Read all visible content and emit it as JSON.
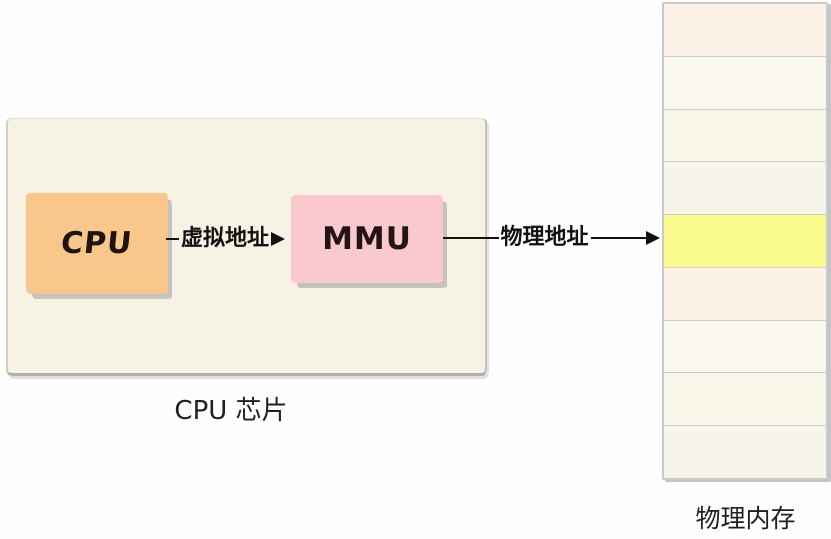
{
  "page": {
    "background_color": "#fefefe"
  },
  "chip": {
    "label": "CPU 芯片",
    "fill": "#f6f3e4",
    "cpu": {
      "label": "CPU",
      "fill": "#f9c68b"
    },
    "mmu": {
      "label": "MMU",
      "fill": "#f9c9cd"
    }
  },
  "arrows": {
    "virtual_address_label": "虚拟地址",
    "physical_address_label": "物理地址",
    "line_color": "#111111"
  },
  "memory": {
    "label": "物理内存",
    "highlight_color": "#fcfc8e",
    "cells": [
      {
        "fill": "#fdf2e8",
        "highlighted": false
      },
      {
        "fill": "#faf8ec",
        "highlighted": false
      },
      {
        "fill": "#f9f6ea",
        "highlighted": false
      },
      {
        "fill": "#f7f5e9",
        "highlighted": false
      },
      {
        "fill": "#fcfc8e",
        "highlighted": true
      },
      {
        "fill": "#fdf2e8",
        "highlighted": false
      },
      {
        "fill": "#faf8ec",
        "highlighted": false
      },
      {
        "fill": "#f9f6ea",
        "highlighted": false
      },
      {
        "fill": "#f7f5e9",
        "highlighted": false
      }
    ]
  }
}
